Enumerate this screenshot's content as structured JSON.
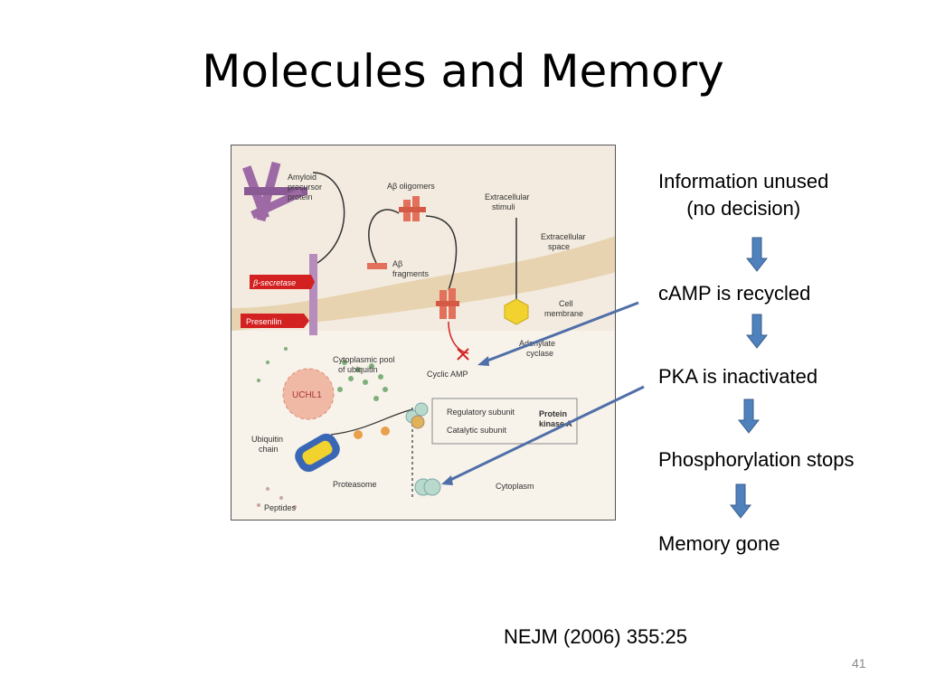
{
  "slide": {
    "title": "Molecules and Memory",
    "slide_number": "41",
    "citation": "NEJM (2006) 355:25"
  },
  "flow": {
    "steps": [
      {
        "line1": "Information unused",
        "line2": "(no decision)"
      },
      {
        "label": "cAMP is recycled"
      },
      {
        "label": "PKA  is inactivated"
      },
      {
        "label": "Phosphorylation stops"
      },
      {
        "label": "Memory gone"
      }
    ],
    "arrow_color": "#4f81bd"
  },
  "figure": {
    "labels": {
      "amyloid": [
        "Amyloid",
        "precursor",
        "protein"
      ],
      "ab_oligomers": "Aβ oligomers",
      "ab_fragments": [
        "Aβ",
        "fragments"
      ],
      "extracellular_stimuli": [
        "Extracellular",
        "stimuli"
      ],
      "extracellular_space": [
        "Extracellular",
        "space"
      ],
      "beta_secretase": "β-secretase",
      "presenilin": "Presenilin",
      "cell_membrane": [
        "Cell",
        "membrane"
      ],
      "adenylate_cyclase": [
        "Adenylate",
        "cyclase"
      ],
      "cytoplasmic_pool": [
        "Cytoplasmic pool",
        "of ubiquitin"
      ],
      "cyclic_amp": "Cyclic AMP",
      "uchl1": "UCHL1",
      "regulatory_subunit": "Regulatory subunit",
      "catalytic_subunit": "Catalytic subunit",
      "protein_kinase": [
        "Protein",
        "kinase A"
      ],
      "ubiquitin_chain": [
        "Ubiquitin",
        "chain"
      ],
      "proteasome": "Proteasome",
      "cytoplasm": "Cytoplasm",
      "peptides": "Peptides"
    },
    "colors": {
      "background": "#f3ebdf",
      "membrane": "#e8d3b0",
      "amyloid": "#9e6aa6",
      "red_label": "#d32020",
      "ab": "#e2705a",
      "cyclase": "#f2d22e",
      "pka": "#b9d9cc",
      "proteasome": "#3a67b5"
    }
  }
}
